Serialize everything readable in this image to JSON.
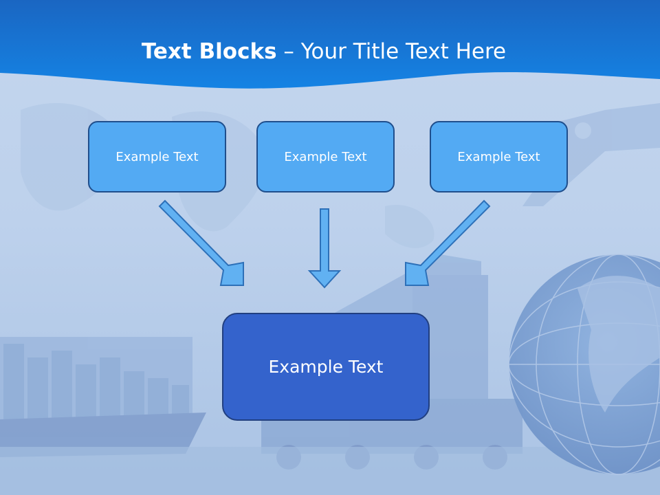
{
  "slide": {
    "title_bold": "Text Blocks",
    "title_rest": " – Your Title Text Here",
    "blocks": [
      {
        "text": "Example Text"
      },
      {
        "text": "Example Text"
      },
      {
        "text": "Example Text"
      }
    ],
    "center_block": {
      "text": "Example Text"
    }
  },
  "colors": {
    "header": "#0f74d8",
    "background": "#c4d6ee",
    "small_box": "#53aaf3",
    "center_box": "#3463cc",
    "arrow": "#61b1f2"
  }
}
